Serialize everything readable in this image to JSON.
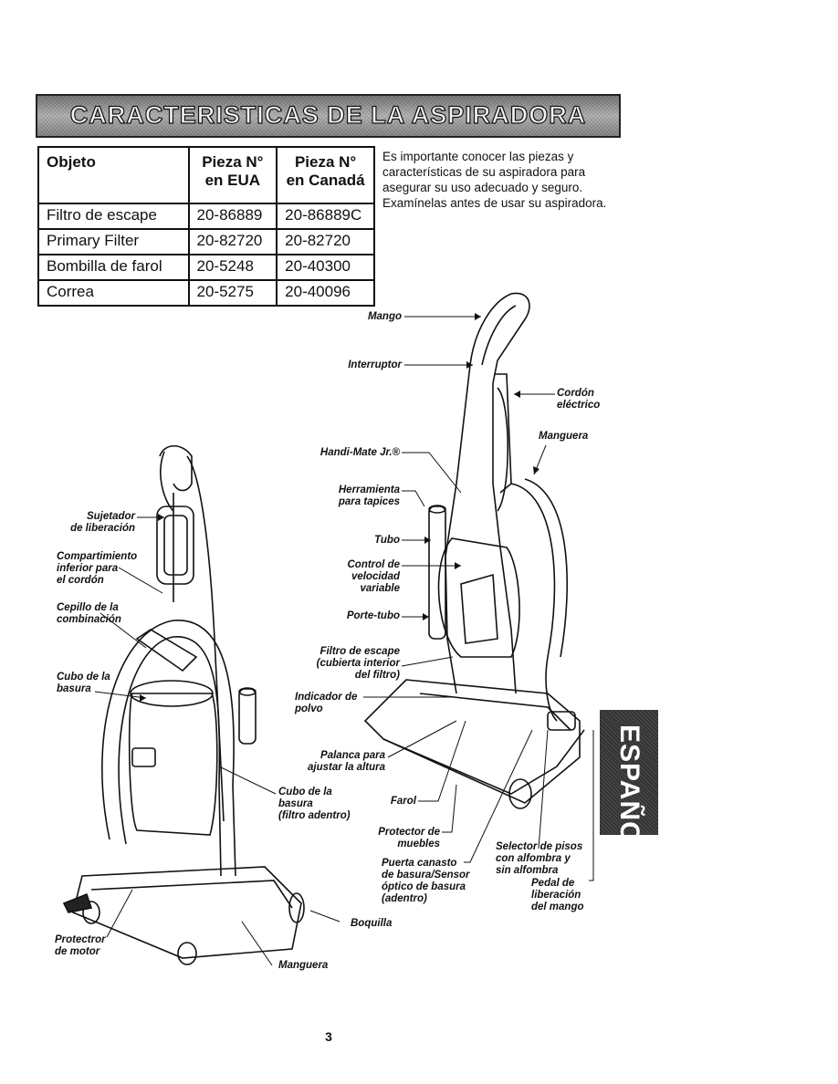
{
  "title": "CARACTERISTICAS DE LA ASPIRADORA",
  "table": {
    "headers": [
      "Objeto",
      "Pieza N° en EUA",
      "Pieza N° en Canadá"
    ],
    "header_lines": [
      [
        "Objeto",
        ""
      ],
      [
        "Pieza N°",
        "en EUA"
      ],
      [
        "Pieza N°",
        "en Canadá"
      ]
    ],
    "rows": [
      [
        "Filtro de escape",
        "20-86889",
        "20-86889C"
      ],
      [
        "Primary Filter",
        "20-82720",
        "20-82720"
      ],
      [
        "Bombilla de farol",
        "20-5248",
        "20-40300"
      ],
      [
        "Correa",
        "20-5275",
        "20-40096"
      ]
    ]
  },
  "intro": "Es importante conocer las piezas y características de su aspiradora para asegurar su uso adecuado y seguro. Examínelas antes de usar su aspiradora.",
  "labels": {
    "mango": "Mango",
    "interruptor": "Interruptor",
    "cordon": "Cordón\neléctrico",
    "manguera_top": "Manguera",
    "handimate": "Handi-Mate Jr.®",
    "herramienta": "Herramienta\npara tapices",
    "tubo": "Tubo",
    "control": "Control de\nvelocidad\nvariable",
    "portetubo": "Porte-tubo",
    "filtro": "Filtro de escape\n(cubierta interior\ndel filtro)",
    "indicador": "Indicador de\npolvo",
    "palanca": "Palanca para\najustar la altura",
    "farol": "Farol",
    "protector_muebles": "Protector de\nmuebles",
    "puerta": "Puerta canasto\nde basura/Sensor\nóptico de basura\n(adentro)",
    "selector": "Selector de pisos\ncon alfombra y\nsin alfombra",
    "pedal": "Pedal de\nliberación\ndel mango",
    "boquilla": "Boquilla",
    "sujetador": "Sujetador\nde liberación",
    "compartimiento": "Compartimiento\ninferior para\nel cordón",
    "cepillo": "Cepillo de la\ncombinación",
    "cubo_left": "Cubo de la\nbasura",
    "cubo_center": "Cubo de la\nbasura\n(filtro adentro)",
    "protector_motor": "Protectror\nde motor",
    "manguera_bottom": "Manguera"
  },
  "tab": "ESPAÑOL",
  "page_number": "3"
}
